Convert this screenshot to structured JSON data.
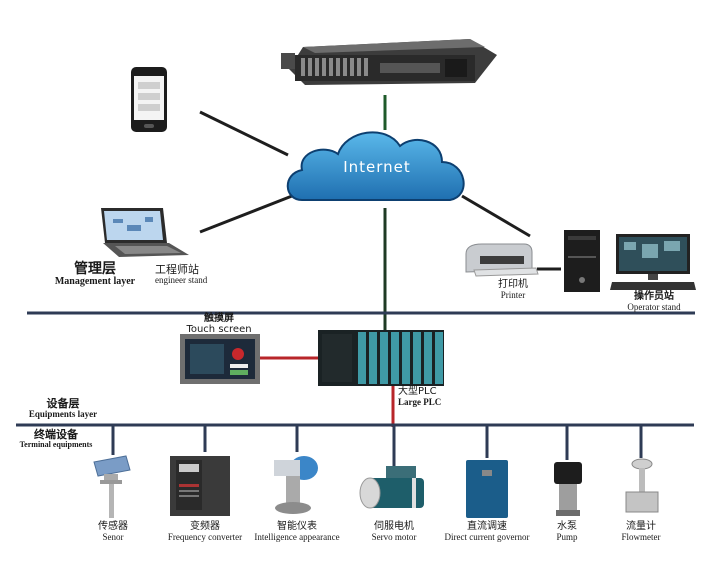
{
  "colors": {
    "bus_line": "#2e3b55",
    "internet_line": "#1e1e1e",
    "plc_link": "#b8262a",
    "cloud": "#2a8fd0",
    "plc_module": "#3f9aa6"
  },
  "cloud": {
    "label": "Internet",
    "icon": "cloud-icon"
  },
  "server": {
    "icon": "rack-server-icon"
  },
  "phone": {
    "icon": "smartphone-icon"
  },
  "management_layer": {
    "title_cn": "管理层",
    "title_en": "Management layer"
  },
  "engineer_station": {
    "label_cn": "工程师站",
    "label_en": "engineer stand",
    "icon": "laptop-icon"
  },
  "printer": {
    "label_cn": "打印机",
    "label_en": "Printer",
    "icon": "printer-icon"
  },
  "operator_station": {
    "label_cn": "操作员站",
    "label_en": "Operator stand",
    "icon": "desktop-computer-icon"
  },
  "touch_screen": {
    "label_cn": "触摸屏",
    "label_en": "Touch screen",
    "icon": "hmi-touch-screen-icon"
  },
  "plc": {
    "label_cn": "大型PLC",
    "label_en": "Large PLC",
    "icon": "plc-rack-icon",
    "module_count": 8
  },
  "equipment_layer": {
    "title_cn": "设备层",
    "title_en": "Equipments layer"
  },
  "terminal_equipment": {
    "title_cn": "终端设备",
    "title_en": "Terminal equipments",
    "items": [
      {
        "label_cn": "传感器",
        "label_en": "Senor",
        "icon": "sensor-icon"
      },
      {
        "label_cn": "变频器",
        "label_en": "Frequency converter",
        "icon": "frequency-converter-icon"
      },
      {
        "label_cn": "智能仪表",
        "label_en": "Intelligence appearance",
        "icon": "smart-meter-icon"
      },
      {
        "label_cn": "伺服电机",
        "label_en": "Servo motor",
        "icon": "servo-motor-icon"
      },
      {
        "label_cn": "直流调速",
        "label_en": "Direct current governor",
        "icon": "dc-governor-icon"
      },
      {
        "label_cn": "水泵",
        "label_en": "Pump",
        "icon": "pump-icon"
      },
      {
        "label_cn": "流量计",
        "label_en": "Flowmeter",
        "icon": "flowmeter-icon"
      }
    ]
  }
}
